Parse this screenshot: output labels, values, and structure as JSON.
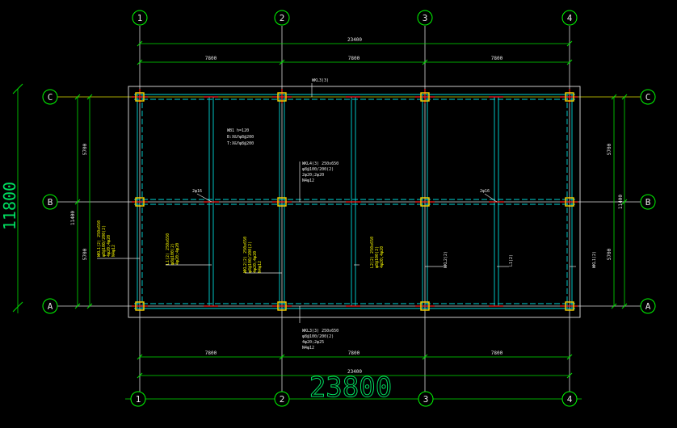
{
  "grid": {
    "columns": [
      "1",
      "2",
      "3",
      "4"
    ],
    "rows": [
      "C",
      "B",
      "A"
    ]
  },
  "dimensions": {
    "top_total": "23400",
    "top_spans": [
      "7800",
      "7800",
      "7800"
    ],
    "bottom_total": "23400",
    "bottom_spans": [
      "7800",
      "7800",
      "7800"
    ],
    "left_spans": [
      "5700",
      "5700"
    ],
    "left_total": "11400",
    "right_spans": [
      "5700",
      "5700"
    ],
    "right_total": "11400",
    "big_left": "11800",
    "big_bottom": "23800"
  },
  "beams": {
    "top_tag": "WKL3(3)",
    "top_detail": [
      "WKL4(3) 250x650",
      "φ8@100/200(2)",
      "2φ20;2φ20",
      "N4φ12"
    ],
    "bottom_detail": [
      "WKL3(3) 250x650",
      "φ8@100/200(2)",
      "4φ20;2φ25",
      "N4φ12"
    ],
    "slab_note": [
      "WB1 h=120",
      "B:X&Yφ8@200",
      "T:X&Yφ8@200"
    ],
    "rebar_left": "2φ16",
    "rebar_right": "2φ16",
    "y_label_1": [
      "WKL1(2) 250x650",
      "φ8@100/200(2)",
      "4φ20;4φ20",
      "N4φ12"
    ],
    "y_label_2": [
      "L1(2) 250x650",
      "φ8@100(2)",
      "4φ20;4φ20"
    ],
    "y_label_3": [
      "WKL2(2) 250x650",
      "φ8@100/200(2)",
      "4φ20;4φ20",
      "N4φ12"
    ],
    "y_label_4": [
      "L2(2) 250x650",
      "φ8@100(2)",
      "4φ20;4φ20"
    ],
    "w_label_1": "WKL2(2)",
    "w_label_2": "L1(2)",
    "w_label_3": "WKL1(2)"
  },
  "colors": {
    "background": "#000000",
    "grid_line": "#ffffff",
    "axis_circle": "#00ff00",
    "dimension": "#00ff00",
    "beam": "#00e5e5",
    "column": "#ffd500",
    "label_yellow": "#f2f200",
    "marker_red": "#ff2020"
  }
}
